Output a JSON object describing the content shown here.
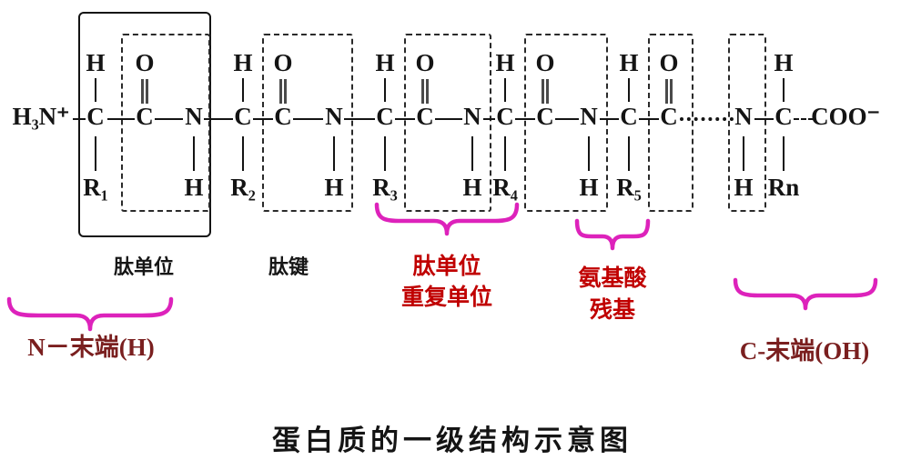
{
  "title": "蛋白质的一级结构示意图",
  "atoms": {
    "h3n_plus": "H₃N⁺",
    "coo_minus": "COO⁻",
    "C": "C",
    "N": "N",
    "H": "H",
    "O": "O",
    "R1": "R₁",
    "R2": "R₂",
    "R3": "R₃",
    "R4": "R₄",
    "R5": "R₅",
    "Rn": "Rn"
  },
  "labels": {
    "peptide_unit": "肽单位",
    "peptide_bond": "肽键",
    "repeat_unit_line1": "肽单位",
    "repeat_unit_line2": "重复单位",
    "residue_line1": "氨基酸",
    "residue_line2": "残基",
    "n_terminus": "N－末端(H)",
    "c_terminus": "C-末端(OH)"
  },
  "colors": {
    "label_red": "#c00000",
    "terminus_dark_red": "#7a1f1f",
    "brace_magenta": "#dd22bb",
    "structure_black": "#141414"
  }
}
